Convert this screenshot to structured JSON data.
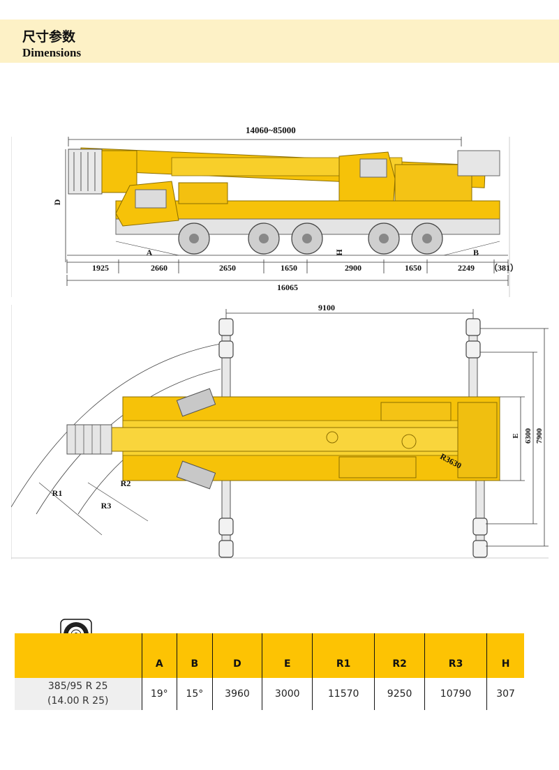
{
  "header": {
    "title_zh": "尺寸参数",
    "title_en": "Dimensions"
  },
  "side_view": {
    "boom_length": "14060~85000",
    "height_label": "D",
    "segments": [
      "1925",
      "2660",
      "2650",
      "1650",
      "2900",
      "1650",
      "2249",
      "（381）"
    ],
    "total_length": "16065",
    "angle_a": "A",
    "angle_b": "B",
    "ground_clearance": "H"
  },
  "top_view": {
    "outrigger_span": "9100",
    "width_e": "E",
    "width_inner": "6300",
    "width_outer": "7900",
    "radius_r1": "R1",
    "radius_r2": "R2",
    "radius_r3": "R3",
    "radius_tail": "R3630"
  },
  "table": {
    "columns": [
      "A",
      "B",
      "D",
      "E",
      "R1",
      "R2",
      "R3",
      "H"
    ],
    "tyre_line1": "385/95 R 25",
    "tyre_line2": "(14.00 R 25)",
    "values": [
      "19°",
      "15°",
      "3960",
      "3000",
      "11570",
      "9250",
      "10790",
      "307"
    ]
  },
  "colors": {
    "crane_yellow": "#f6c209",
    "header_band": "#fdf1c6",
    "table_header": "#fdc303"
  }
}
